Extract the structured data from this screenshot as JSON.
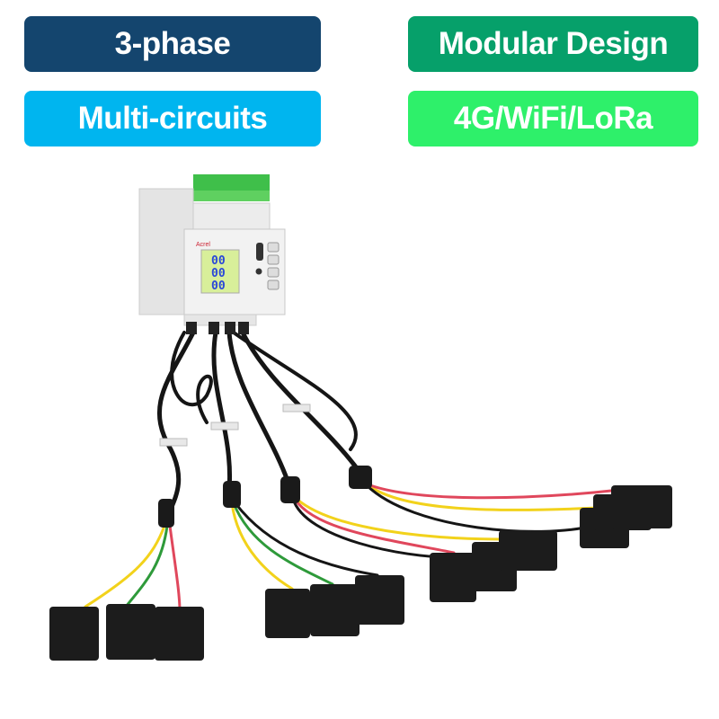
{
  "badges": [
    {
      "label": "3-phase",
      "color": "#14456e"
    },
    {
      "label": "Modular Design",
      "color": "#06a06a"
    },
    {
      "label": "Multi-circuits",
      "color": "#00b5ef"
    },
    {
      "label": "4G/WiFi/LoRa",
      "color": "#2ef06a"
    }
  ],
  "meter": {
    "brand_logo": "Acrel",
    "display": [
      "00",
      "00",
      "00"
    ]
  },
  "wire_colors": {
    "yellow": "#f2d21b",
    "green": "#2e9a3a",
    "red": "#e0475c",
    "black": "#151515"
  }
}
